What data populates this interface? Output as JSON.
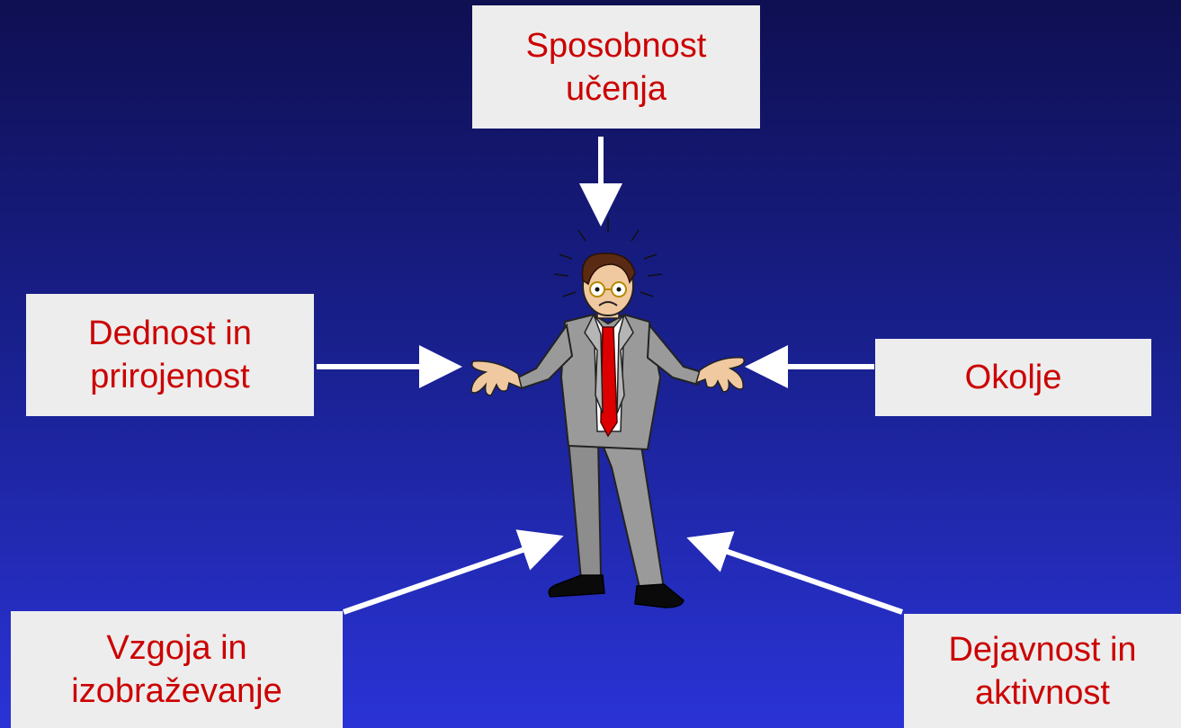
{
  "nodes": {
    "top": {
      "line1": "Sposobnost",
      "line2": "učenja"
    },
    "left": {
      "line1": "Dednost in",
      "line2": "prirojenost"
    },
    "right": {
      "line1": "Okolje"
    },
    "bottom_left": {
      "line1": "Vzgoja in",
      "line2": "izobraževanje"
    },
    "bottom_right": {
      "line1": "Dejavnost in",
      "line2": "aktivnost"
    }
  },
  "center_figure": "confused-businessman-clipart",
  "colors": {
    "background_top": "#0f0f52",
    "background_bottom": "#2a33d6",
    "box_fill": "#ededed",
    "text": "#cc0000",
    "arrow": "#ffffff",
    "suit": "#9a9a9a",
    "tie": "#dd0000"
  }
}
